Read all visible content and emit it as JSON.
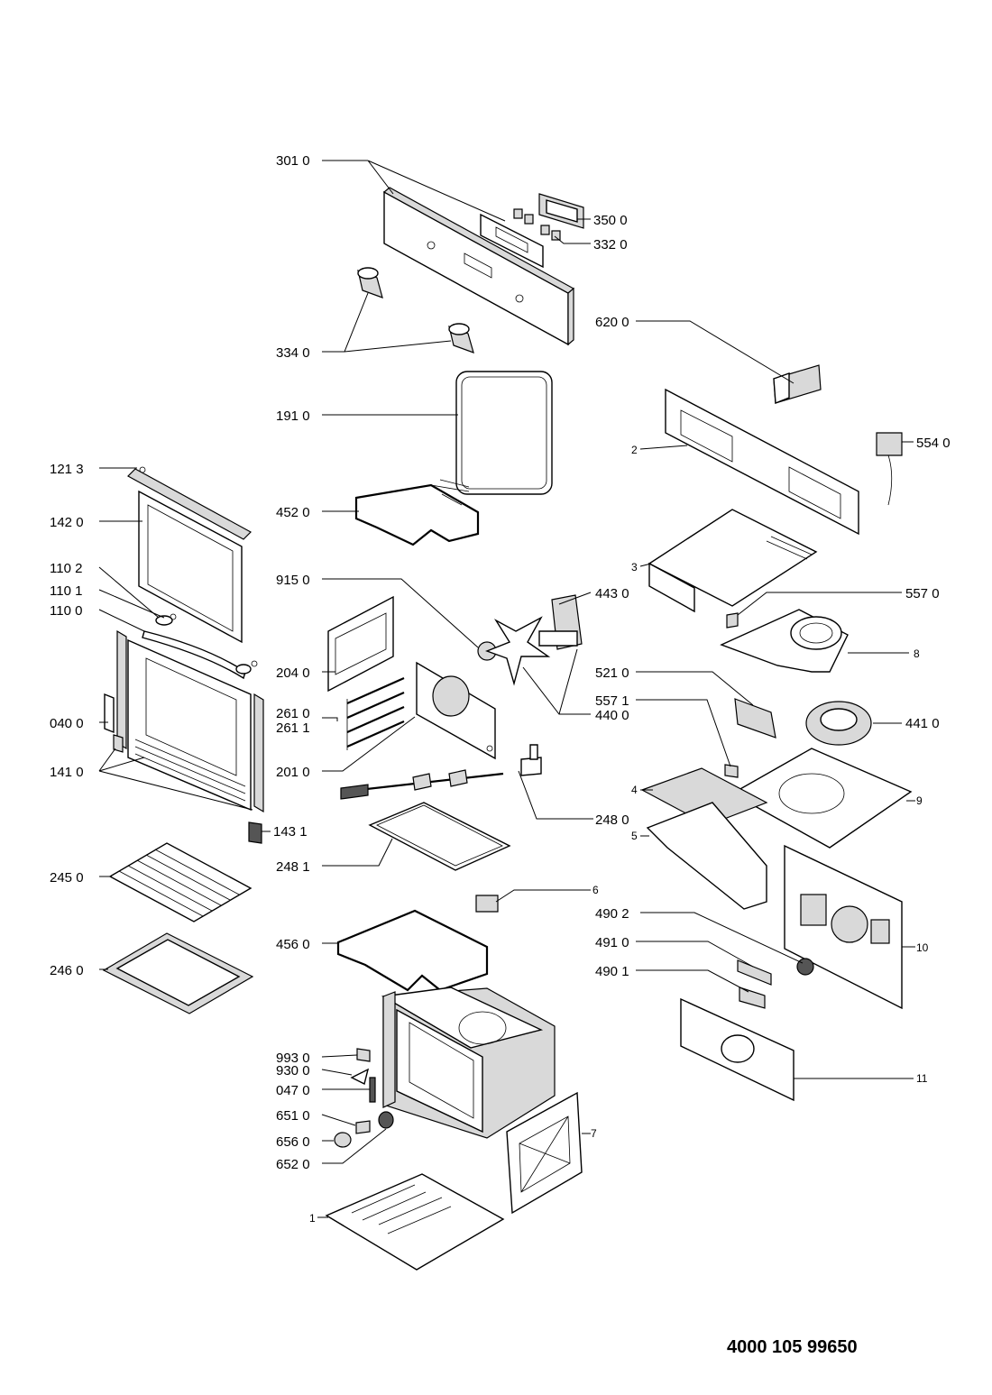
{
  "document_number": "4000 105 99650",
  "callouts": {
    "c3010": "301 0",
    "c3500": "350 0",
    "c3320": "332 0",
    "c3340": "334 0",
    "c6200": "620 0",
    "c1910": "191 0",
    "c2": "2",
    "c5540": "554 0",
    "c1213": "121 3",
    "c4520": "452 0",
    "c1420": "142 0",
    "c3": "3",
    "c1102": "110 2",
    "c9150": "915 0",
    "c4430": "443 0",
    "c5570": "557 0",
    "c1101": "110 1",
    "c1100": "110 0",
    "c8": "8",
    "c2040": "204 0",
    "c5210": "521 0",
    "c5571": "557 1",
    "c0400": "040 0",
    "c2610": "261 0",
    "c2611": "261 1",
    "c4400": "440 0",
    "c4410": "441 0",
    "c1410": "141 0",
    "c2010": "201 0",
    "c4": "4",
    "c9": "9",
    "c2480": "248 0",
    "c1431": "143 1",
    "c5": "5",
    "c2451": "248 1",
    "c2450": "245 0",
    "c6": "6",
    "c4902": "490 2",
    "c4560": "456 0",
    "c4910": "491 0",
    "c10": "10",
    "c2460": "246 0",
    "c4901": "490 1",
    "c9930": "993 0",
    "c9300": "930 0",
    "c0470": "047 0",
    "c11": "11",
    "c6510": "651 0",
    "c7": "7",
    "c6560": "656 0",
    "c6520": "652 0",
    "c1": "1"
  }
}
